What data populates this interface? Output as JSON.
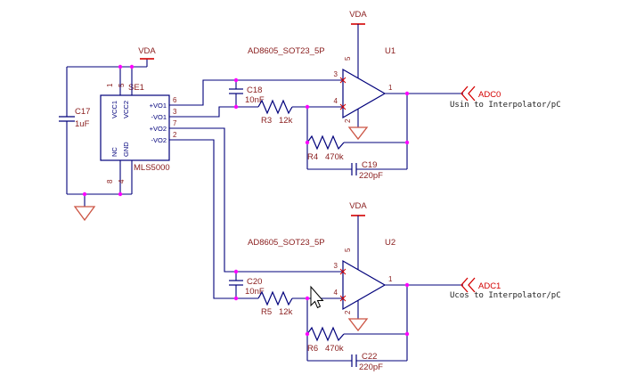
{
  "colors": {
    "wire": "#00007b",
    "label": "#8b2020",
    "port_red": "#d40000",
    "junction": "#ff00ff",
    "ground": "#cc5544",
    "power": "#d40000",
    "caption": "#222222"
  },
  "left": {
    "vda": "VDA",
    "c17_ref": "C17",
    "c17_val": "1uF",
    "chip": {
      "designator": "SE1",
      "part": "MLS5000",
      "pin_names": {
        "vcc1": "VCC1",
        "vcc2": "VCC2",
        "nc": "NC",
        "gnd": "GND",
        "vo1p": "+VO1",
        "vo1m": "-VO1",
        "vo2p": "+VO2",
        "vo2m": "-VO2"
      },
      "pin_nums": {
        "vcc1": "1",
        "vcc2": "5",
        "nc": "8",
        "gnd": "4",
        "vo1p": "6",
        "vo1m": "3",
        "vo2p": "7",
        "vo2m": "2"
      }
    }
  },
  "ch1": {
    "amp_label": "AD8605_SOT23_5P",
    "designator": "U1",
    "vda": "VDA",
    "pin_inp": "3",
    "pin_inm": "4",
    "pin_out": "1",
    "pin_vp": "5",
    "pin_vm": "2",
    "cin_ref": "C18",
    "cin_val": "10nF",
    "rin_ref": "R3",
    "rin_val": "12k",
    "rfb_ref": "R4",
    "rfb_val": "470k",
    "cfb_ref": "C19",
    "cfb_val": "220pF",
    "port": "ADC0",
    "caption": "Usin to Interpolator/pC"
  },
  "ch2": {
    "amp_label": "AD8605_SOT23_5P",
    "designator": "U2",
    "vda": "VDA",
    "pin_inp": "3",
    "pin_inm": "4",
    "pin_out": "1",
    "pin_vp": "5",
    "pin_vm": "2",
    "cin_ref": "C20",
    "cin_val": "10nF",
    "rin_ref": "R5",
    "rin_val": "12k",
    "rfb_ref": "R6",
    "rfb_val": "470k",
    "cfb_ref": "C22",
    "cfb_val": "220pF",
    "port": "ADC1",
    "caption": "Ucos to Interpolator/pC"
  }
}
